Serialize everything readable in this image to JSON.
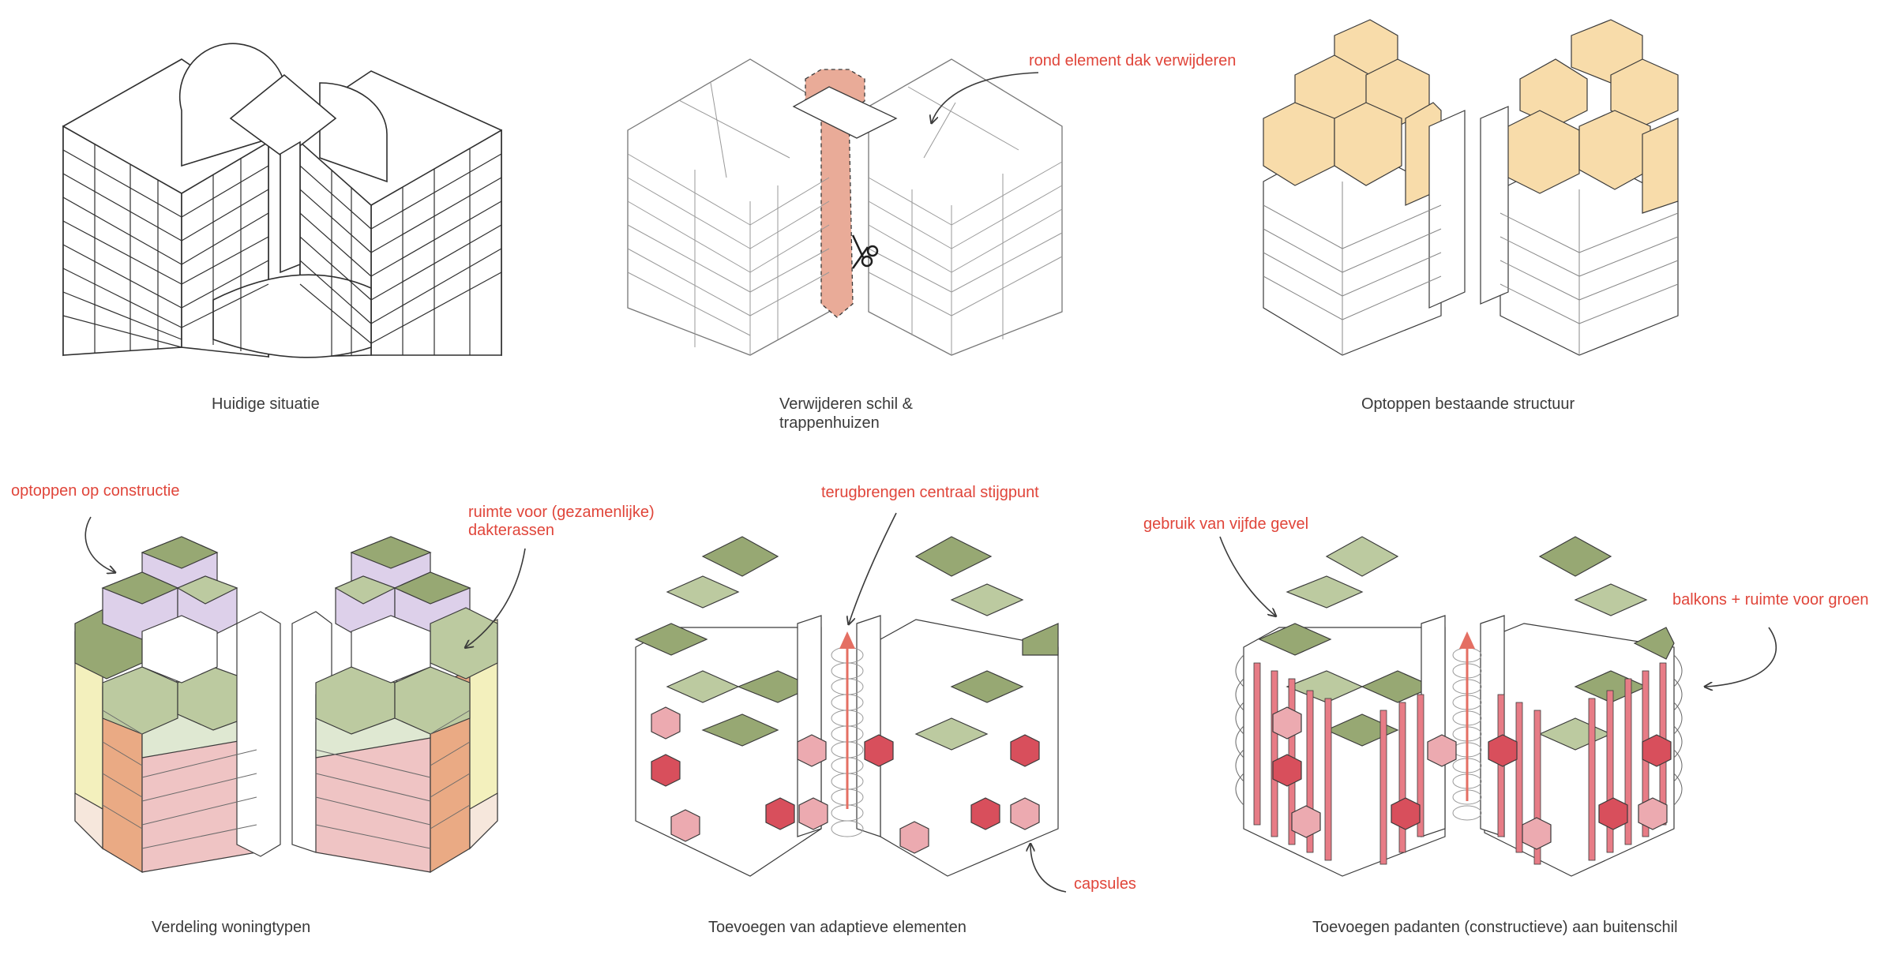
{
  "colors": {
    "line": "#3a3a3a",
    "annotation": "#e0453a",
    "removed_element": "#e9ab98",
    "rooftop_addition": "#f8dcaa",
    "green_roof_dark": "#97a873",
    "green_roof_light": "#bccaa0",
    "lilac": "#ddd0ea",
    "yellow": "#f3f0bd",
    "orange": "#eaaa84",
    "pink": "#efc4c4",
    "pale_green": "#dfe8d2",
    "cream": "#f6e7dc",
    "capsule_dark": "#d84f5c",
    "capsule_light": "#ecaab0",
    "column_red": "#e77c86"
  },
  "panels": [
    {
      "caption": "Huidige situatie",
      "annotations": []
    },
    {
      "caption": "Verwijderen schil & trappenhuizen",
      "caption_lines": [
        "Verwijderen schil &",
        "trappenhuizen"
      ],
      "annotations": [
        "rond element dak verwijderen"
      ]
    },
    {
      "caption": "Optoppen bestaande structuur",
      "annotations": []
    },
    {
      "caption": "Verdeling woningtypen",
      "annotations": [
        "optoppen op constructie",
        "ruimte voor (gezamenlijke)",
        "dakterassen"
      ]
    },
    {
      "caption": "Toevoegen van adaptieve elementen",
      "annotations": [
        "terugbrengen centraal stijgpunt",
        "capsules"
      ]
    },
    {
      "caption": "Toevoegen padanten (constructieve) aan buitenschil",
      "annotations": [
        "gebruik van vijfde gevel",
        "balkons + ruimte voor groen"
      ]
    }
  ],
  "icons": [
    "scissors-icon"
  ]
}
